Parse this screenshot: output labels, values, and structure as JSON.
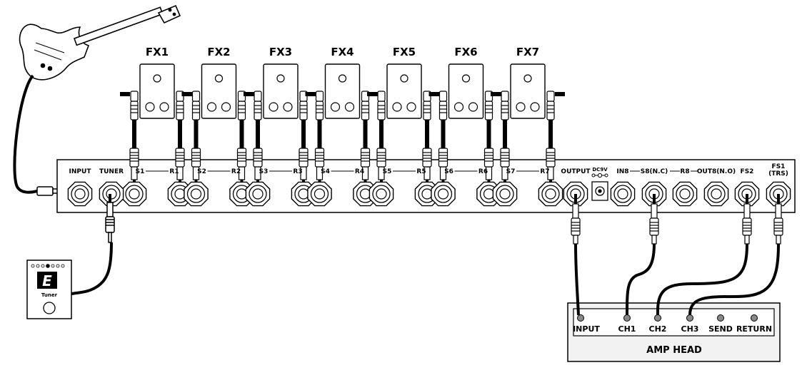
{
  "fx_pedals": [
    {
      "label": "FX1",
      "send": "S1",
      "return": "R1"
    },
    {
      "label": "FX2",
      "send": "S2",
      "return": "R2"
    },
    {
      "label": "FX3",
      "send": "S3",
      "return": "R3"
    },
    {
      "label": "FX4",
      "send": "S4",
      "return": "R4"
    },
    {
      "label": "FX5",
      "send": "S5",
      "return": "R5"
    },
    {
      "label": "FX6",
      "send": "S6",
      "return": "R6"
    },
    {
      "label": "FX7",
      "send": "S7",
      "return": "R7"
    }
  ],
  "panel": {
    "input": "INPUT",
    "tuner": "TUNER",
    "output": "OUTPUT",
    "dc_label": "DC9V",
    "in8": "IN8",
    "s8": "S8(N.C)",
    "r8": "R8",
    "out8": "OUT8(N.O)",
    "fs2": "FS2",
    "fs1_line1": "FS1",
    "fs1_line2": "(TRS)"
  },
  "tuner_device": {
    "display": "E",
    "label": "Tuner"
  },
  "amp": {
    "title": "AMP HEAD",
    "jacks": [
      "INPUT",
      "CH1",
      "CH2",
      "CH3",
      "SEND",
      "RETURN"
    ]
  },
  "colors": {
    "line": "#000000",
    "panel_fill": "#ffffff",
    "amp_fill": "#f2f2f2"
  }
}
